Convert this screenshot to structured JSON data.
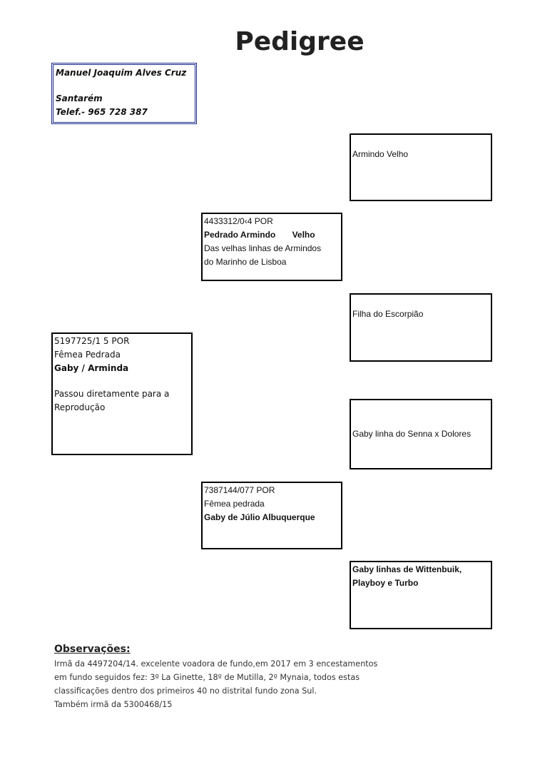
{
  "title": "Pedigree",
  "owner": {
    "name": "Manuel Joaquim Alves Cruz",
    "city": "Santarém",
    "phone": "Telef.- 965 728 387"
  },
  "subject": {
    "ring": "5197725/1 5  POR",
    "desc": "Fêmea Pedrada",
    "name": "Gaby / Arminda",
    "note1": "Passou diretamente para a",
    "note2": "Reprodução"
  },
  "sire": {
    "ring": "4433312/0‹4  POR",
    "name": "Pedrado Armindo       Velho",
    "line1": "Das velhas linhas de Armindos",
    "line2": "do Marinho de Lisboa"
  },
  "dam": {
    "ring": "7387144/077  POR",
    "desc": "Fêmea pedrada",
    "name": "Gaby de Júlio Albuquerque"
  },
  "sire_sire": {
    "text": "Armindo Velho"
  },
  "sire_dam": {
    "text": "Filha do Escorpião"
  },
  "dam_sire": {
    "text": "Gaby linha do Senna x Dolores"
  },
  "dam_dam": {
    "line1": "Gaby linhas de Wittenbuik,",
    "line2": "Playboy e Turbo"
  },
  "observations": {
    "heading": "Observações:",
    "lines": [
      "Irmã da 4497204/14. excelente voadora de fundo,em 2017 em 3 encestamentos",
      "em fundo seguidos fez: 3º La Ginette, 18º de Mutilla, 2º Mynaia, todos estas",
      "classificações dentro dos primeiros 40 no distrital fundo zona Sul.",
      "Também irmã da 5300468/15"
    ]
  }
}
